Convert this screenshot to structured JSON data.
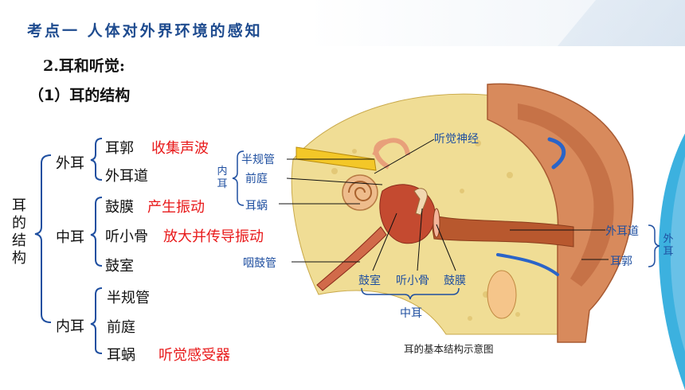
{
  "header": {
    "title": "考点一 人体对外界环境的感知"
  },
  "section": {
    "heading": "2.耳和听觉:",
    "subheading": "（1）耳的结构"
  },
  "tree": {
    "root": "耳的结构",
    "outer": {
      "label": "外耳",
      "items": [
        {
          "name": "耳郭",
          "note": "收集声波"
        },
        {
          "name": "外耳道",
          "note": ""
        }
      ]
    },
    "middle": {
      "label": "中耳",
      "items": [
        {
          "name": "鼓膜",
          "note": "产生振动"
        },
        {
          "name": "听小骨",
          "note": "放大并传导振动"
        },
        {
          "name": "鼓室",
          "note": ""
        }
      ]
    },
    "inner": {
      "label": "内耳",
      "items": [
        {
          "name": "半规管",
          "note": ""
        },
        {
          "name": "前庭",
          "note": ""
        },
        {
          "name": "耳蜗",
          "note": "听觉感受器"
        }
      ]
    }
  },
  "diagram": {
    "labels": {
      "auditory_nerve": "听觉神经",
      "semicircular": "半规管",
      "vestibule": "前庭",
      "cochlea": "耳蜗",
      "inner_ear": "内耳",
      "eustachian": "咽鼓管",
      "tympanic_cavity": "鼓室",
      "ossicles": "听小骨",
      "eardrum": "鼓膜",
      "middle_ear": "中耳",
      "ear_canal": "外耳道",
      "auricle": "耳郭",
      "outer_ear": "外耳"
    },
    "caption": "耳的基本结构示意图"
  },
  "colors": {
    "title_blue": "#1e4b8f",
    "note_red": "#e8191a",
    "label_blue": "#1f4fa0"
  }
}
